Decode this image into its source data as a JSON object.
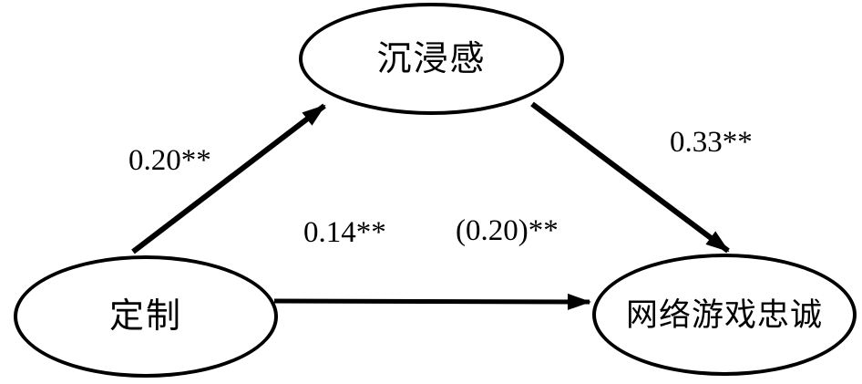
{
  "diagram": {
    "type": "mediation-path-model",
    "background_color": "#ffffff",
    "stroke_color": "#000000",
    "nodes": [
      {
        "id": "immersion",
        "shape": "ellipse",
        "label": "沉浸感"
      },
      {
        "id": "customization",
        "shape": "ellipse",
        "label": "定制"
      },
      {
        "id": "loyalty",
        "shape": "ellipse",
        "label": "网络游戏忠诚"
      }
    ],
    "edges": [
      {
        "from": "customization",
        "to": "immersion",
        "label": "0.20**"
      },
      {
        "from": "immersion",
        "to": "loyalty",
        "label": "0.33**"
      },
      {
        "from": "customization",
        "to": "loyalty",
        "label": "0.14**",
        "secondary_label": "(0.20)**"
      }
    ]
  }
}
